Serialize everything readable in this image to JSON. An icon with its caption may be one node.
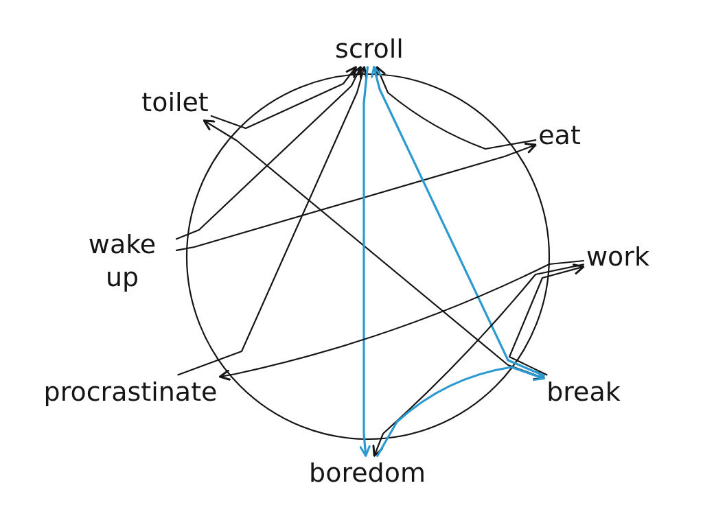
{
  "diagram": {
    "nodes": [
      {
        "text": [
          "scroll"
        ]
      },
      {
        "text": [
          "toilet"
        ]
      },
      {
        "text": [
          "eat"
        ]
      },
      {
        "text": [
          "wake up"
        ]
      },
      {
        "text": [
          "work"
        ]
      },
      {
        "text": [
          "procrastinate"
        ]
      },
      {
        "text": [
          "break"
        ]
      },
      {
        "text": [
          "boredom"
        ]
      }
    ],
    "edges": [
      {
        "from": 1,
        "to": 0,
        "arrow": "to"
      },
      {
        "from": 3,
        "to": 0,
        "arrow": "to"
      },
      {
        "from": 5,
        "to": 0,
        "arrow": "to"
      },
      {
        "from": 2,
        "to": 0,
        "arrow": "to"
      },
      {
        "from": 3,
        "to": 2,
        "arrow": "to"
      },
      {
        "from": 1,
        "to": 6,
        "arrow": "both"
      },
      {
        "from": 0,
        "to": 7,
        "arrow": "to",
        "color": "#2a9ad0"
      },
      {
        "from": 6,
        "to": 0,
        "arrow": "to",
        "color": "#2a9ad0"
      },
      {
        "from": 4,
        "to": 5,
        "arrow": "to"
      },
      {
        "from": 6,
        "to": 4,
        "arrow": "to"
      },
      {
        "from": 4,
        "to": 7,
        "arrow": "to"
      },
      {
        "from": 7,
        "to": 6,
        "arrow": "to",
        "color": "#2a9ad0"
      }
    ]
  }
}
